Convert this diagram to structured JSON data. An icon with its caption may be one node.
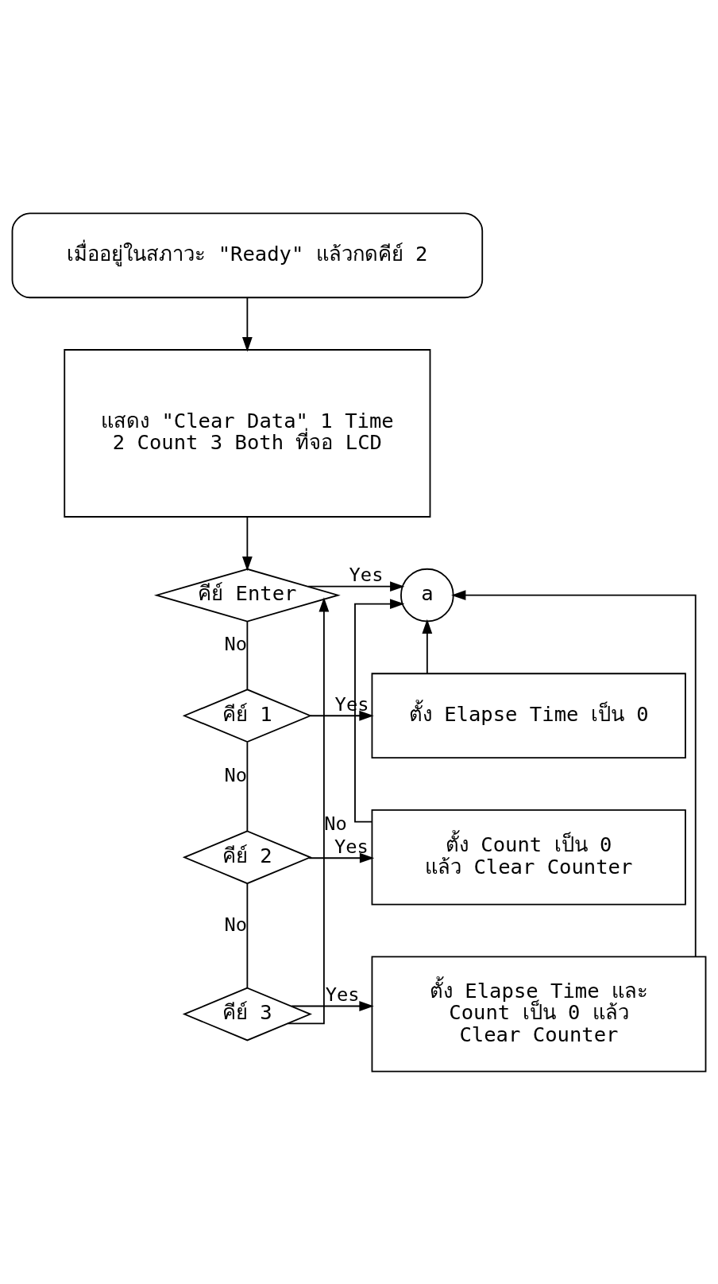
{
  "diagram": {
    "nodes": [
      {
        "text": [
          "เมื่ออยู่ในสภาวะ \"Ready\" แล้วกดคีย์ 2"
        ]
      },
      {
        "text": [
          "แสดง \"Clear Data\" 1 Time 2 Count 3 Both ที่จอ LCD"
        ]
      },
      {
        "text": [
          "คีย์ Enter"
        ]
      },
      {
        "text": [
          "a"
        ]
      },
      {
        "text": [
          "คีย์ 1"
        ]
      },
      {
        "text": [
          "ตั้ง Elapse Time เป็น 0"
        ]
      },
      {
        "text": [
          "คีย์ 2"
        ]
      },
      {
        "text": [
          "ตั้ง Count เป็น 0 แล้ว Clear Counter"
        ]
      },
      {
        "text": [
          "คีย์ 3"
        ]
      },
      {
        "text": [
          "ตั้ง Elapse Time และ Count เป็น 0 แล้ว Clear Counter"
        ]
      }
    ],
    "edges": [
      {
        "from": 0,
        "to": 1,
        "arrow": "to"
      },
      {
        "from": 1,
        "to": 2,
        "arrow": "to"
      },
      {
        "from": 2,
        "to": 3,
        "arrow": "to",
        "label": "Yes"
      },
      {
        "from": 2,
        "to": 4,
        "arrow": "none",
        "label": "No"
      },
      {
        "from": 4,
        "to": 5,
        "arrow": "to",
        "label": "Yes"
      },
      {
        "from": 5,
        "to": 3,
        "arrow": "to"
      },
      {
        "from": 4,
        "to": 6,
        "arrow": "none",
        "label": "No"
      },
      {
        "from": 6,
        "to": 7,
        "arrow": "to",
        "label": "Yes"
      },
      {
        "from": 7,
        "to": 3,
        "arrow": "to"
      },
      {
        "from": 6,
        "to": 8,
        "arrow": "none",
        "label": "No"
      },
      {
        "from": 8,
        "to": 9,
        "arrow": "to",
        "label": "Yes"
      },
      {
        "from": 9,
        "to": 3,
        "arrow": "to"
      },
      {
        "from": 8,
        "to": 2,
        "arrow": "to",
        "label": "No"
      }
    ]
  }
}
